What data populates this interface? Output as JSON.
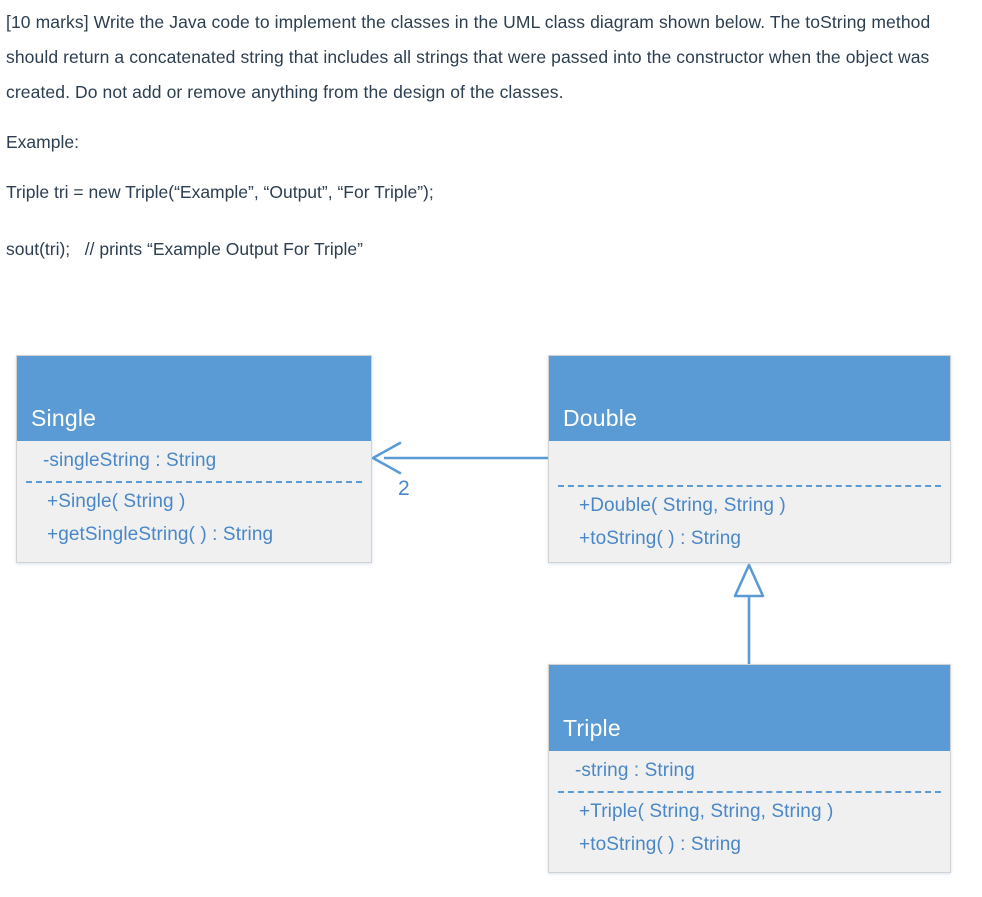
{
  "question": {
    "intro": "[10 marks] Write the Java code to implement the classes in the UML class diagram shown below. The toString method should return a concatenated string that includes all strings that were passed into the constructor when the object was created.  Do not add or remove anything from the design of the classes.",
    "example_label": "Example:",
    "example_code_line": "Triple tri = new Triple(“Example”, “Output”, “For Triple”);",
    "example_output_line": "sout(tri);   // prints “Example Output For Triple”"
  },
  "diagram": {
    "type": "uml-class-diagram",
    "colors": {
      "header_fill": "#5b9bd5",
      "body_fill": "#f0f0f0",
      "member_text": "#4a87c7",
      "header_text": "#ffffff",
      "border": "#d2d2d2",
      "connector": "#5b9bd5",
      "prose_text": "#2c3e50"
    },
    "classes": [
      {
        "id": "single",
        "name": "Single",
        "attributes": [
          "-singleString : String"
        ],
        "operations": [
          "+Single( String )",
          "+getSingleString( ) : String"
        ]
      },
      {
        "id": "double",
        "name": "Double",
        "attributes": [],
        "operations": [
          "+Double( String, String )",
          "+toString( ) : String"
        ]
      },
      {
        "id": "triple",
        "name": "Triple",
        "attributes": [
          "-string : String"
        ],
        "operations": [
          "+Triple( String, String, String )",
          "+toString( ) : String"
        ]
      }
    ],
    "relationships": [
      {
        "id": "double-to-single",
        "kind": "association",
        "from": "Double",
        "to": "Single",
        "arrowhead": "open",
        "multiplicity_label": "2"
      },
      {
        "id": "triple-to-double",
        "kind": "generalization",
        "from": "Triple",
        "to": "Double",
        "arrowhead": "hollow-triangle",
        "multiplicity_label": ""
      }
    ]
  }
}
